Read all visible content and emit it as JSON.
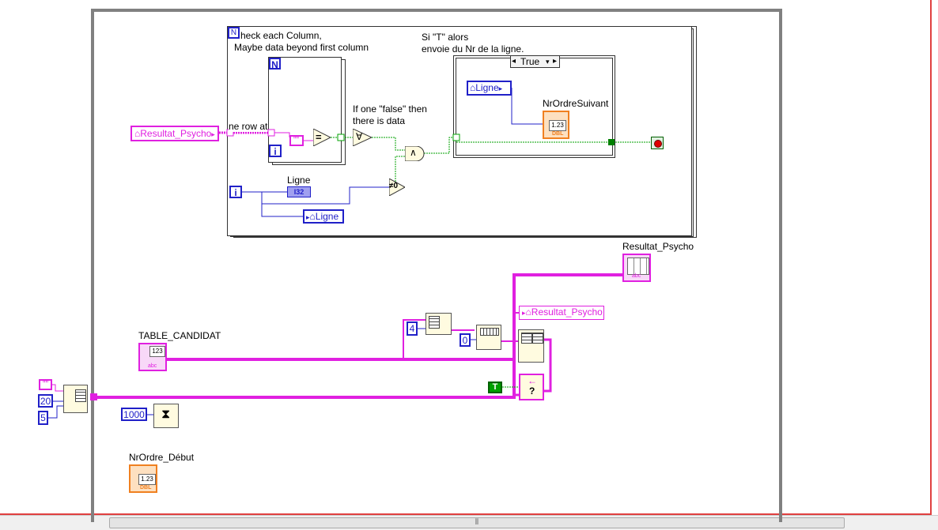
{
  "comments": {
    "check_column_line1": "heck each Column,",
    "check_column_line2": "Maybe data beyond first column",
    "si_t_line1": "Si \"T\" alors",
    "si_t_line2": "envoie du Nr de la ligne.",
    "if_false_line1": "If one \"false\" then",
    "if_false_line2": "there is data",
    "one_row_at": "ne row at"
  },
  "loops": {
    "outer_n": "N",
    "outer_i": "i",
    "inner_n": "N",
    "inner_i": "i"
  },
  "case_structure": {
    "selector": "True",
    "arrow_left": "◂",
    "arrow_right": "▸"
  },
  "controls": {
    "resultat_psycho_ref": "Resultat_Psycho",
    "ligne_ref_inner": "Ligne",
    "ligne_ref_out": "Ligne",
    "resultat_psycho_prop": "Resultat_Psycho",
    "ligne_indicator_label": "Ligne",
    "ligne_indicator_type": "I32",
    "nr_ordre_suivant_label": "NrOrdreSuivant",
    "resultat_psycho_label": "Resultat_Psycho",
    "table_candidat_label": "TABLE_CANDIDAT",
    "nr_ordre_debut_label": "NrOrdre_Début",
    "dbl_tag": "DBL",
    "abc_tag": "abc",
    "num_tag": "1.23",
    "i32_tag": "123"
  },
  "constants": {
    "empty_string_1": "\"\"",
    "empty_string_2": "\"\"",
    "const_20": "20",
    "const_5": "5",
    "const_1000": "1000",
    "const_4": "4",
    "const_0": "0",
    "bool_true": "T"
  },
  "operators": {
    "equal": "=",
    "and_array": "∀",
    "and": "∧",
    "not_zero": "≠0",
    "select": "?"
  },
  "colors": {
    "string_wire": "#e020e0",
    "numeric_wire": "#2020c8",
    "boolean_wire": "#00a000",
    "structure_border": "#808080"
  }
}
